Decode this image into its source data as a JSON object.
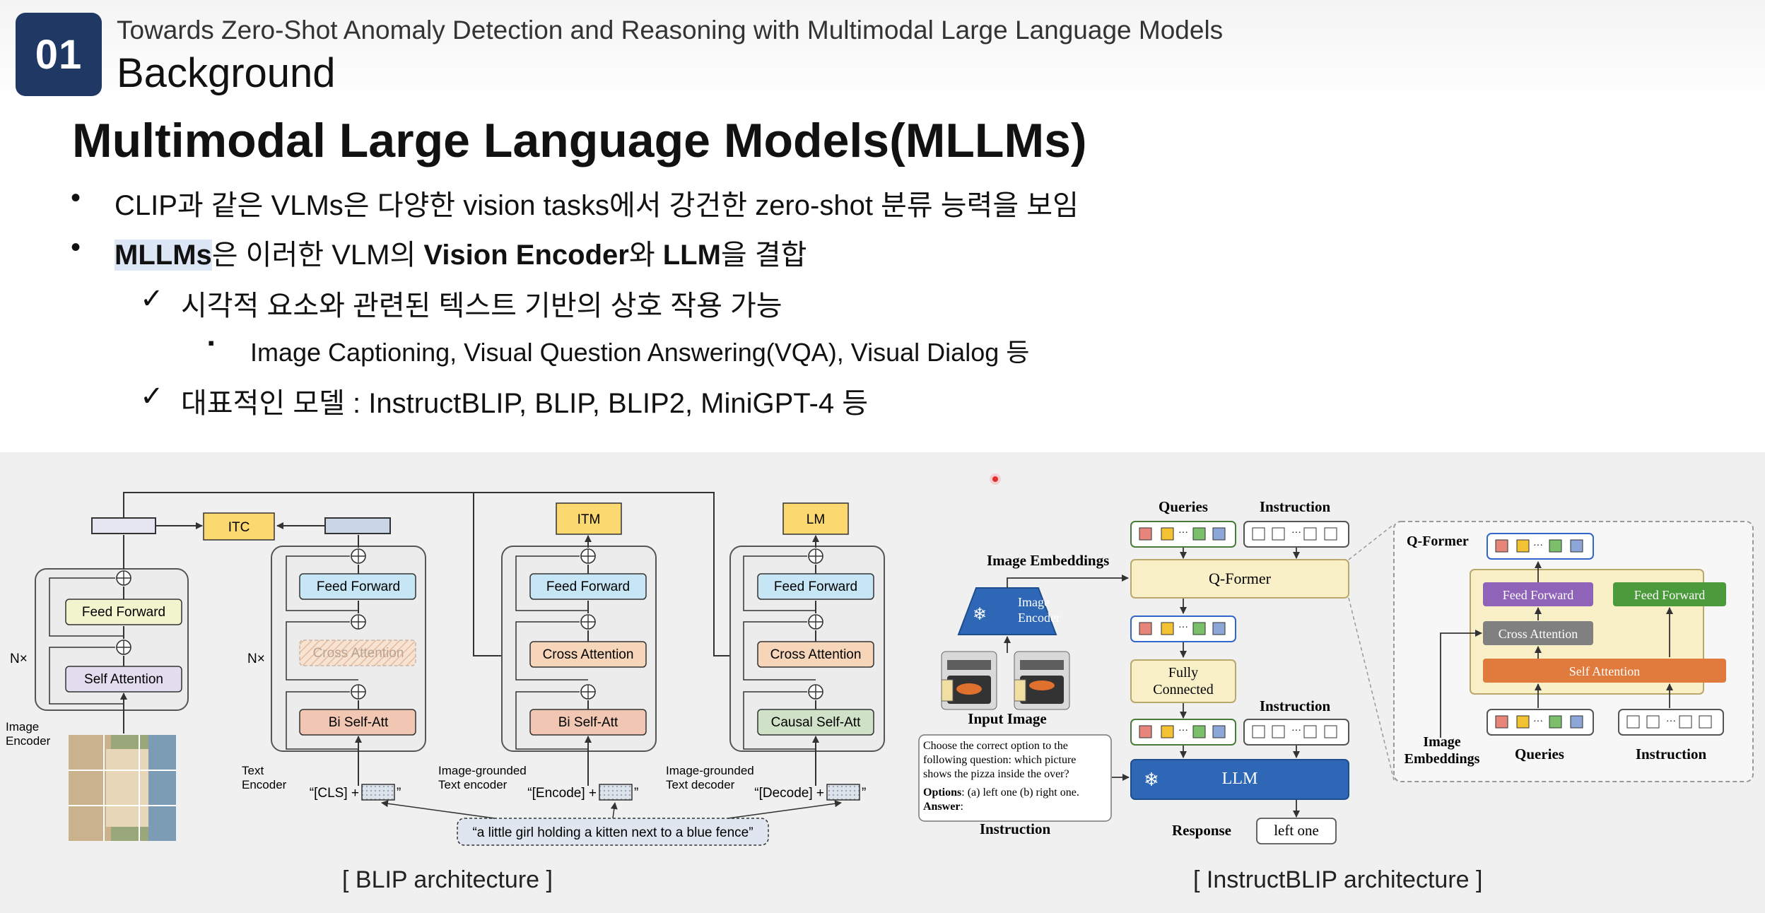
{
  "header": {
    "badge": "01",
    "paper_title": "Towards Zero-Shot Anomaly Detection and Reasoning with Multimodal Large Language Models",
    "section_title": "Background"
  },
  "slide": {
    "heading": "Multimodal Large Language Models(MLLMs)",
    "bullet1": "CLIP과 같은 VLMs은 다양한 vision tasks에서 강건한 zero-shot 분류 능력을 보임",
    "bullet2": {
      "hl": "MLLMs",
      "t1": "은 이러한 VLM의 ",
      "b1": "Vision Encoder",
      "t2": "와 ",
      "b2": "LLM",
      "t3": "을 결합"
    },
    "check1": "시각적 요소와 관련된 텍스트 기반의 상호 작용 가능",
    "sub1": "Image Captioning, Visual Question Answering(VQA), Visual Dialog 등",
    "check2": "대표적인 모델 : InstructBLIP, BLIP, BLIP2, MiniGPT-4 등",
    "marker_bullet": "•",
    "marker_check": "✓",
    "marker_square": "▪"
  },
  "blip": {
    "caption": "[ BLIP architecture ]",
    "itc": "ITC",
    "itm": "ITM",
    "lm": "LM",
    "feed_forward": "Feed Forward",
    "self_attention": "Self Attention",
    "cross_attention": "Cross Attention",
    "bi_self_att": "Bi Self-Att",
    "causal_self_att": "Causal Self-Att",
    "nx": "N×",
    "image_encoder": "Image Encoder",
    "text_encoder": "Text Encoder",
    "grounded_encoder": "Image-grounded Text encoder",
    "grounded_decoder": "Image-grounded Text decoder",
    "cls": "“[CLS] +",
    "encode": "“[Encode] +",
    "decode": "“[Decode] +",
    "quote_end": "”",
    "sentence": "“a little girl holding a kitten next to a blue fence”"
  },
  "instructblip": {
    "caption": "[ InstructBLIP architecture ]",
    "queries": "Queries",
    "instruction": "Instruction",
    "image_embeddings": "Image Embeddings",
    "image_encoder": "Image Encoder",
    "q_former": "Q-Former",
    "fully_connected": "Fully Connected",
    "llm": "LLM",
    "input_image": "Input Image",
    "prompt_lines": [
      "Choose the correct option to the",
      "following question: which picture",
      "shows the pizza inside the over?"
    ],
    "options_label": "Options",
    "options_text": ": (a) left one (b) right one.",
    "answer_label": "Answer",
    "answer_colon": ":",
    "response": "Response",
    "response_value": "left one",
    "qformer_title": "Q-Former",
    "feed_forward": "Feed Forward",
    "cross_attention": "Cross Attention",
    "self_attention": "Self Attention",
    "ellipsis": "···",
    "snowflake": "❄"
  },
  "colors": {
    "badge": "#1f3864",
    "feed_forward": "#c6e6f5",
    "self_att_blip": "#e3ddf0",
    "cross_att": "#f6d5b8",
    "bi_self_att": "#f1c6b2",
    "causal": "#cfe2c7",
    "loss_box": "#fbd970",
    "q_former": "#faf0c8",
    "llm": "#2d67b5",
    "qf_feed_purple": "#8e63b8",
    "qf_feed_green": "#4b9a3b",
    "qf_cross": "#808080",
    "qf_self": "#e17a3d",
    "cursor": "#e03030"
  }
}
